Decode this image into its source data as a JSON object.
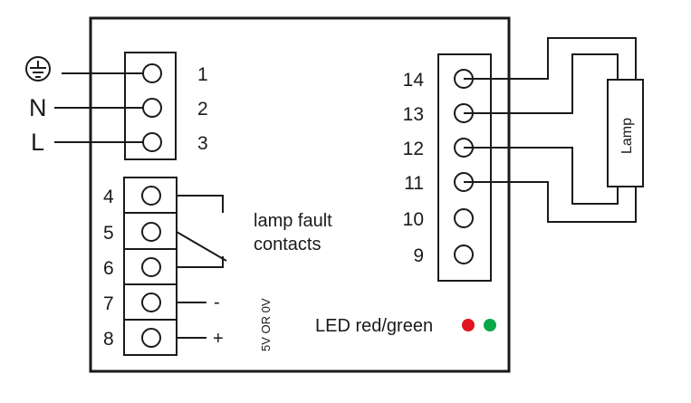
{
  "mains": {
    "terminals": [
      "1",
      "2",
      "3"
    ],
    "earth_symbol": "earth-ground-icon",
    "neutral_label": "N",
    "line_label": "L"
  },
  "control": {
    "terminals": [
      "4",
      "5",
      "6",
      "7",
      "8"
    ],
    "lamp_fault_line1": "lamp fault",
    "lamp_fault_line2": "contacts",
    "minus_sign": "-",
    "plus_sign": "+",
    "voltage_note": "5V OR 0V"
  },
  "lamp_side": {
    "terminals": [
      "14",
      "13",
      "12",
      "11",
      "10",
      "9"
    ],
    "lamp_label": "Lamp"
  },
  "led": {
    "label": "LED red/green",
    "colors": {
      "red": "#e0141e",
      "green": "#0aa64a"
    }
  }
}
